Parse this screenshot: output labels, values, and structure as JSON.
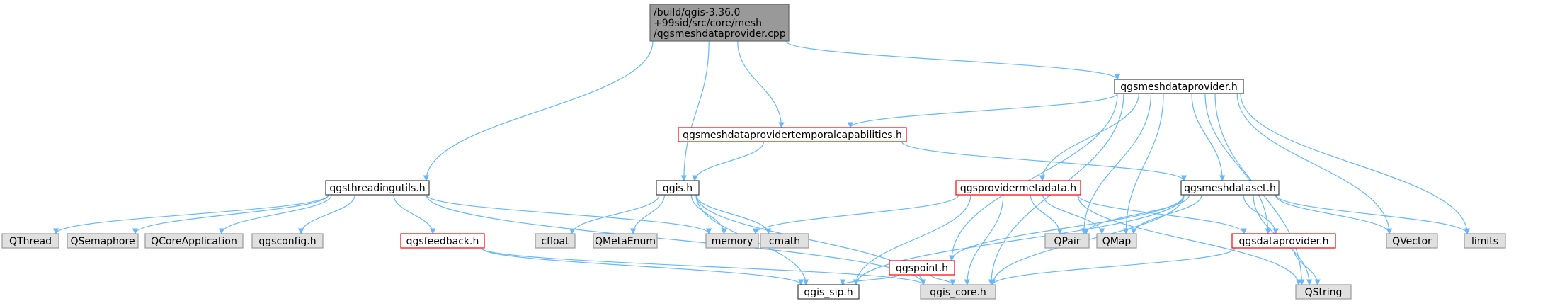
{
  "colors": {
    "edge": "#63b8ff",
    "root_fill": "#999999",
    "root_stroke": "#666666",
    "local_fill": "#ffffff",
    "local_stroke": "#404040",
    "documented_stroke": "#ff0000",
    "external_fill": "#e0e0e0",
    "external_stroke": "#999999"
  },
  "nodes": [
    {
      "id": "root",
      "style": "root",
      "lines": [
        "/build/qgis-3.36.0",
        "+99sid/src/core/mesh",
        "/qgsmeshdataprovider.cpp"
      ]
    },
    {
      "id": "qgsmeshdataprovider_h",
      "style": "local",
      "lines": [
        "qgsmeshdataprovider.h"
      ]
    },
    {
      "id": "qgsmeshdataprovidertemporalcapabilities_h",
      "style": "documented",
      "lines": [
        "qgsmeshdataprovidertemporalcapabilities.h"
      ]
    },
    {
      "id": "qgsthreadingutils_h",
      "style": "local",
      "lines": [
        "qgsthreadingutils.h"
      ]
    },
    {
      "id": "qgis_h",
      "style": "local",
      "lines": [
        "qgis.h"
      ]
    },
    {
      "id": "qgsprovidermetadata_h",
      "style": "documented",
      "lines": [
        "qgsprovidermetadata.h"
      ]
    },
    {
      "id": "qgsmeshdataset_h",
      "style": "local",
      "lines": [
        "qgsmeshdataset.h"
      ]
    },
    {
      "id": "QThread",
      "style": "external",
      "lines": [
        "QThread"
      ]
    },
    {
      "id": "QSemaphore",
      "style": "external",
      "lines": [
        "QSemaphore"
      ]
    },
    {
      "id": "QCoreApplication",
      "style": "external",
      "lines": [
        "QCoreApplication"
      ]
    },
    {
      "id": "qgsconfig_h",
      "style": "external",
      "lines": [
        "qgsconfig.h"
      ]
    },
    {
      "id": "qgsfeedback_h",
      "style": "documented",
      "lines": [
        "qgsfeedback.h"
      ]
    },
    {
      "id": "memory",
      "style": "external",
      "lines": [
        "memory"
      ]
    },
    {
      "id": "cfloat",
      "style": "external",
      "lines": [
        "cfloat"
      ]
    },
    {
      "id": "QMetaEnum",
      "style": "external",
      "lines": [
        "QMetaEnum"
      ]
    },
    {
      "id": "cmath",
      "style": "external",
      "lines": [
        "cmath"
      ]
    },
    {
      "id": "qgspoint_h",
      "style": "documented",
      "lines": [
        "qgspoint.h"
      ]
    },
    {
      "id": "QPair",
      "style": "external",
      "lines": [
        "QPair"
      ]
    },
    {
      "id": "QMap",
      "style": "external",
      "lines": [
        "QMap"
      ]
    },
    {
      "id": "qgsdataprovider_h",
      "style": "documented",
      "lines": [
        "qgsdataprovider.h"
      ]
    },
    {
      "id": "QVector",
      "style": "external",
      "lines": [
        "QVector"
      ]
    },
    {
      "id": "limits",
      "style": "external",
      "lines": [
        "limits"
      ]
    },
    {
      "id": "qgis_sip_h",
      "style": "local",
      "lines": [
        "qgis_sip.h"
      ]
    },
    {
      "id": "qgis_core_h",
      "style": "external",
      "lines": [
        "qgis_core.h"
      ]
    },
    {
      "id": "QString",
      "style": "external",
      "lines": [
        "QString"
      ]
    }
  ],
  "edges": [
    [
      "root",
      "qgsmeshdataprovider_h"
    ],
    [
      "root",
      "qgsmeshdataprovidertemporalcapabilities_h"
    ],
    [
      "root",
      "qgsthreadingutils_h"
    ],
    [
      "root",
      "qgis_h"
    ],
    [
      "qgsmeshdataprovider_h",
      "qgsmeshdataprovidertemporalcapabilities_h"
    ],
    [
      "qgsmeshdataprovider_h",
      "qgsprovidermetadata_h"
    ],
    [
      "qgsmeshdataprovider_h",
      "qgsmeshdataset_h"
    ],
    [
      "qgsmeshdataprovider_h",
      "qgspoint_h"
    ],
    [
      "qgsmeshdataprovider_h",
      "QPair"
    ],
    [
      "qgsmeshdataprovider_h",
      "QMap"
    ],
    [
      "qgsmeshdataprovider_h",
      "qgsdataprovider_h"
    ],
    [
      "qgsmeshdataprovider_h",
      "QVector"
    ],
    [
      "qgsmeshdataprovider_h",
      "limits"
    ],
    [
      "qgsmeshdataprovider_h",
      "qgis_core_h"
    ],
    [
      "qgsmeshdataprovider_h",
      "QString"
    ],
    [
      "qgsmeshdataprovidertemporalcapabilities_h",
      "qgis_h"
    ],
    [
      "qgsmeshdataprovidertemporalcapabilities_h",
      "qgsmeshdataset_h"
    ],
    [
      "qgsthreadingutils_h",
      "QThread"
    ],
    [
      "qgsthreadingutils_h",
      "QSemaphore"
    ],
    [
      "qgsthreadingutils_h",
      "QCoreApplication"
    ],
    [
      "qgsthreadingutils_h",
      "qgsconfig_h"
    ],
    [
      "qgsthreadingutils_h",
      "qgsfeedback_h"
    ],
    [
      "qgsthreadingutils_h",
      "memory"
    ],
    [
      "qgsthreadingutils_h",
      "qgis_core_h"
    ],
    [
      "qgis_h",
      "cfloat"
    ],
    [
      "qgis_h",
      "QMetaEnum"
    ],
    [
      "qgis_h",
      "memory"
    ],
    [
      "qgis_h",
      "cmath"
    ],
    [
      "qgis_h",
      "qgis_sip_h"
    ],
    [
      "qgis_h",
      "qgis_core_h"
    ],
    [
      "qgsprovidermetadata_h",
      "memory"
    ],
    [
      "qgsprovidermetadata_h",
      "QPair"
    ],
    [
      "qgsprovidermetadata_h",
      "QMap"
    ],
    [
      "qgsprovidermetadata_h",
      "qgsdataprovider_h"
    ],
    [
      "qgsprovidermetadata_h",
      "qgis_sip_h"
    ],
    [
      "qgsprovidermetadata_h",
      "qgis_core_h"
    ],
    [
      "qgsprovidermetadata_h",
      "QString"
    ],
    [
      "qgsmeshdataset_h",
      "qgspoint_h"
    ],
    [
      "qgsmeshdataset_h",
      "QPair"
    ],
    [
      "qgsmeshdataset_h",
      "QMap"
    ],
    [
      "qgsmeshdataset_h",
      "qgsdataprovider_h"
    ],
    [
      "qgsmeshdataset_h",
      "QVector"
    ],
    [
      "qgsmeshdataset_h",
      "limits"
    ],
    [
      "qgsmeshdataset_h",
      "qgis_sip_h"
    ],
    [
      "qgsmeshdataset_h",
      "qgis_core_h"
    ],
    [
      "qgsmeshdataset_h",
      "QString"
    ],
    [
      "qgsfeedback_h",
      "qgis_sip_h"
    ],
    [
      "qgsfeedback_h",
      "qgis_core_h"
    ],
    [
      "qgspoint_h",
      "qgis_sip_h"
    ],
    [
      "qgspoint_h",
      "qgis_core_h"
    ],
    [
      "qgsdataprovider_h",
      "qgis_core_h"
    ],
    [
      "qgsdataprovider_h",
      "QString"
    ]
  ]
}
